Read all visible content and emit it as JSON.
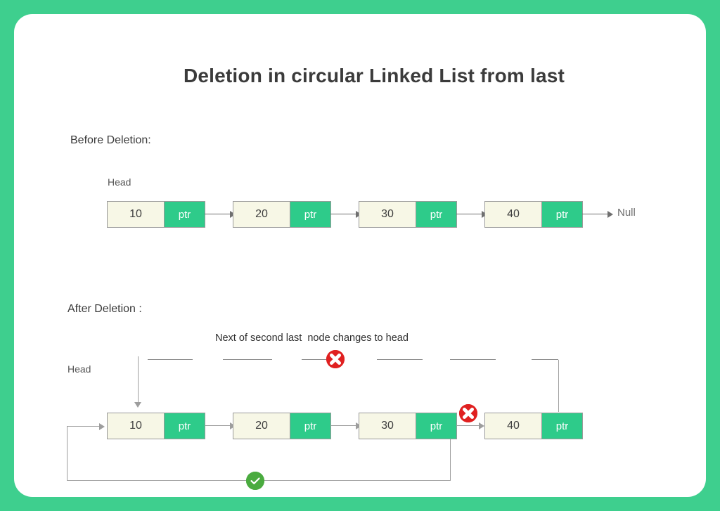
{
  "page": {
    "title": "Deletion in circular Linked List from last",
    "frame_color": "#3ecf8e",
    "card_color": "#ffffff"
  },
  "sections": {
    "before": {
      "label": "Before Deletion:",
      "head_label": "Head",
      "tail_label": "Null",
      "nodes": [
        {
          "value": "10",
          "pointer": "ptr"
        },
        {
          "value": "20",
          "pointer": "ptr"
        },
        {
          "value": "30",
          "pointer": "ptr"
        },
        {
          "value": "40",
          "pointer": "ptr"
        }
      ]
    },
    "after": {
      "label": "After Deletion :",
      "head_label": "Head",
      "caption": "Next of second last  node changes to head",
      "nodes": [
        {
          "value": "10",
          "pointer": "ptr"
        },
        {
          "value": "20",
          "pointer": "ptr"
        },
        {
          "value": "30",
          "pointer": "ptr"
        },
        {
          "value": "40",
          "pointer": "ptr"
        }
      ]
    }
  },
  "badges": {
    "broken_link_top": "cross-icon",
    "broken_link_node": "cross-icon",
    "new_link_ok": "check-icon",
    "cross_color": "#e02020",
    "check_color": "#4aab3f"
  },
  "colors": {
    "node_value_bg": "#f7f7e6",
    "node_pointer_bg": "#2ecb8a",
    "node_border": "#9a9a9a",
    "arrow_dark": "#6f6f6f",
    "arrow_light": "#9d9d9d",
    "text_primary": "#3b3b3b"
  }
}
